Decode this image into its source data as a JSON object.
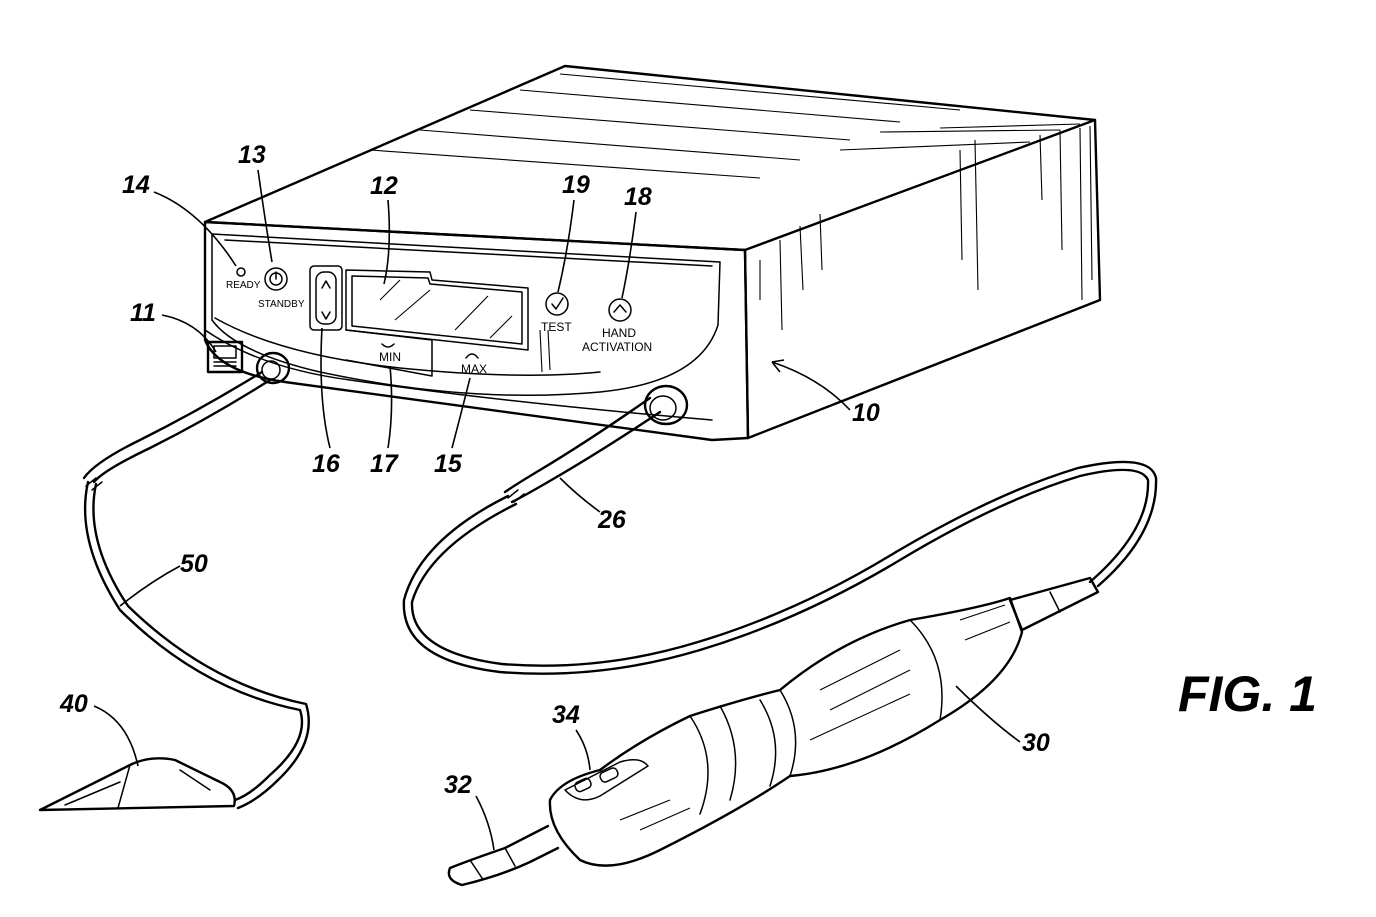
{
  "figure_label": "FIG. 1",
  "panel_labels": {
    "ready": "READY",
    "standby": "STANDBY",
    "test": "TEST",
    "hand": "HAND",
    "activation": "ACTIVATION",
    "min": "MIN",
    "max": "MAX"
  },
  "reference_numerals": {
    "n10": "10",
    "n11": "11",
    "n12": "12",
    "n13": "13",
    "n14": "14",
    "n15": "15",
    "n16": "16",
    "n17": "17",
    "n18": "18",
    "n19": "19",
    "n26": "26",
    "n30": "30",
    "n32": "32",
    "n34": "34",
    "n40": "40",
    "n50": "50"
  }
}
